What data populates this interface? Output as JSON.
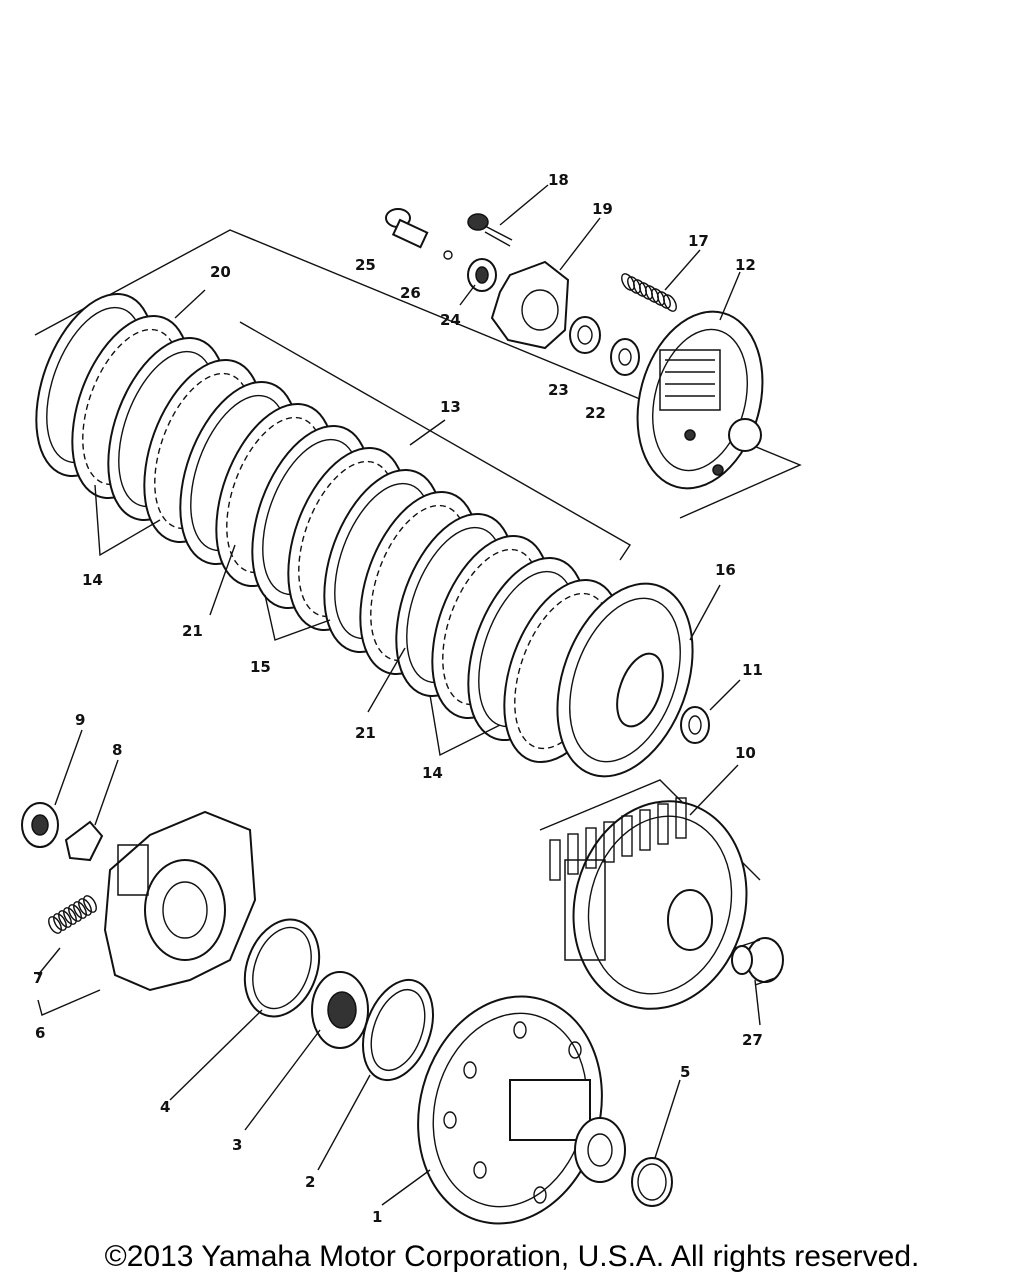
{
  "labels": [
    "1",
    "2",
    "3",
    "4",
    "5",
    "6",
    "7",
    "8",
    "9",
    "10",
    "11",
    "12",
    "13",
    "14",
    "14",
    "15",
    "16",
    "17",
    "18",
    "19",
    "20",
    "21",
    "21",
    "22",
    "23",
    "24",
    "25",
    "26",
    "27"
  ],
  "copyright": "©2013 Yamaha Motor Corporation, U.S.A. All rights reserved."
}
